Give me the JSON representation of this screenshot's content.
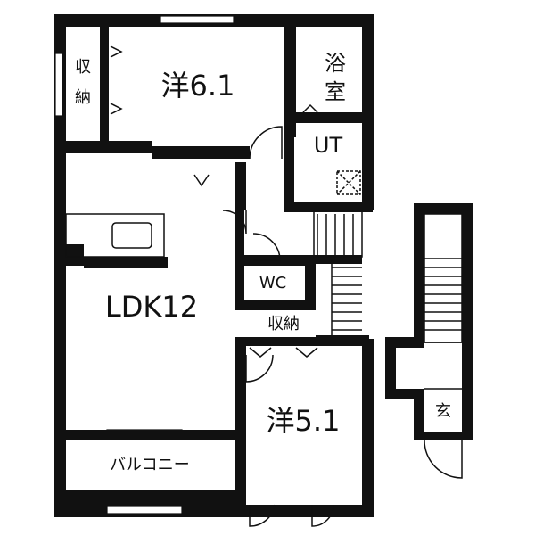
{
  "rooms": {
    "western_room_1": "洋6.1",
    "bath_line1": "浴",
    "bath_line2": "室",
    "storage_1_line1": "収",
    "storage_1_line2": "納",
    "utility": "UT",
    "living": "LDK12",
    "wc": "WC",
    "storage_2": "収納",
    "western_room_2": "洋5.1",
    "balcony": "バルコニー",
    "entrance": "玄"
  }
}
